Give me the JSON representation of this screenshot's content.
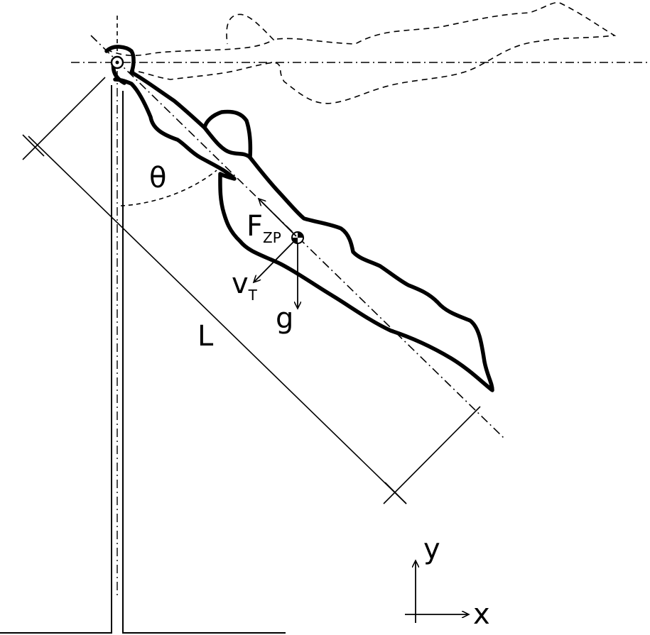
{
  "diagram": {
    "labels": {
      "theta": "θ",
      "force_main": "F",
      "force_sub": "ZP",
      "velocity_main": "v",
      "velocity_sub": "T",
      "gravity": "g",
      "length": "L",
      "axis_y": "y",
      "axis_x": "x"
    },
    "colors": {
      "ink": "#000000",
      "background": "#ffffff"
    }
  }
}
